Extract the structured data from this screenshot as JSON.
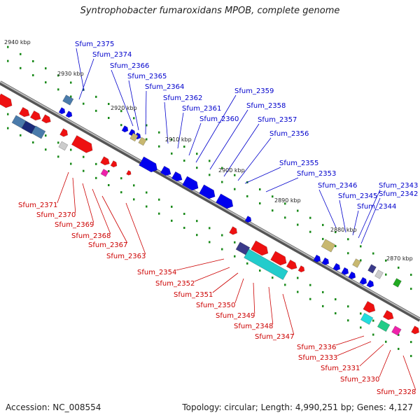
{
  "title": "Syntrophobacter fumaroxidans MPOB, complete genome",
  "footer": {
    "accession": "Accession: NC_008554",
    "summary": "Topology: circular; Length: 4,990,251 bp; Genes: 4,127"
  },
  "colors": {
    "top_labels": "#0000cc",
    "bottom_labels": "#cc0000",
    "tick_green": "#1a8a1a",
    "backbone": "#7a7a7a"
  },
  "kbp_ticks": [
    "2940 kbp",
    "2930 kbp",
    "2920 kbp",
    "2910 kbp",
    "2900 kbp",
    "2890 kbp",
    "2880 kbp",
    "2870 kbp"
  ],
  "top_labels": [
    "Sfum_2375",
    "Sfum_2374",
    "Sfum_2366",
    "Sfum_2365",
    "Sfum_2364",
    "Sfum_2362",
    "Sfum_2361",
    "Sfum_2360",
    "Sfum_2359",
    "Sfum_2358",
    "Sfum_2357",
    "Sfum_2356",
    "Sfum_2355",
    "Sfum_2353",
    "Sfum_2346",
    "Sfum_2345",
    "Sfum_2344",
    "Sfum_2343",
    "Sfum_2342"
  ],
  "bottom_labels": [
    "Sfum_2371",
    "Sfum_2370",
    "Sfum_2369",
    "Sfum_2368",
    "Sfum_2367",
    "Sfum_2363",
    "Sfum_2354",
    "Sfum_2352",
    "Sfum_2351",
    "Sfum_2350",
    "Sfum_2349",
    "Sfum_2348",
    "Sfum_2347",
    "Sfum_2336",
    "Sfum_2333",
    "Sfum_2331",
    "Sfum_2330",
    "Sfum_2328"
  ]
}
